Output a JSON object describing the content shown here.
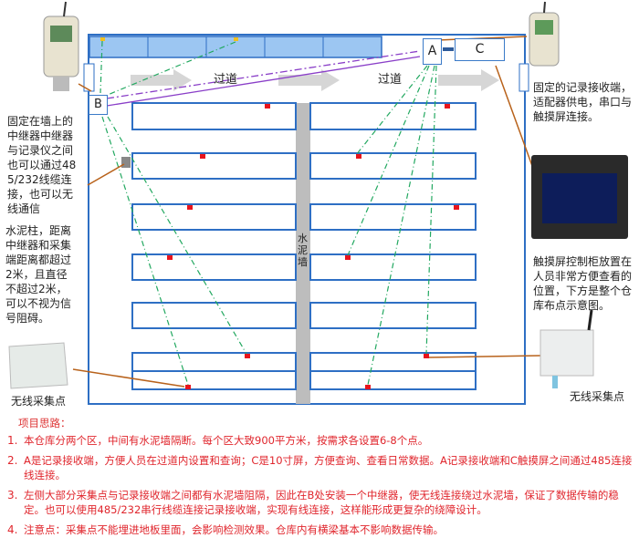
{
  "diagram": {
    "node_a": "A",
    "node_b": "B",
    "node_c": "C",
    "corridor_left": "过道",
    "corridor_right": "过道",
    "wall": "水泥墙"
  },
  "annotations": {
    "repeater": "固定在墙上的中继器中继器与记录仪之间也可以通过485/232线缆连接，也可以无线通信",
    "pillar": "水泥柱，距离中继器和采集端距离都超过2米，且直径不超过2米，可以不视为信号阻碍。",
    "receiver": "固定的记录接收端，适配器供电，串口与触摸屏连接。",
    "touchscreen": "触摸屏控制柜放置在人员非常方便查看的位置，下方是整个仓库布点示意图。",
    "sensor_left": "无线采集点",
    "sensor_right": "无线采集点"
  },
  "notes": {
    "title": "项目思路：",
    "items": [
      {
        "n": "1.",
        "text": "本仓库分两个区，中间有水泥墙隔断。每个区大致900平方米，按需求各设置6-8个点。"
      },
      {
        "n": "2.",
        "text": "A是记录接收端，方便人员在过道内设置和查询；C是10寸屏，方便查询、查看日常数据。A记录接收端和C触摸屏之间通过485连接线连接。"
      },
      {
        "n": "3.",
        "text": "左侧大部分采集点与记录接收端之间都有水泥墙阻隔，因此在B处安装一个中继器，使无线连接绕过水泥墙，保证了数据传输的稳定。也可以使用485/232串行线缆连接记录接收端，实现有线连接，这样能形成更复杂的绕障设计。"
      },
      {
        "n": "4.",
        "text": "注意点：采集点不能埋进地板里面，会影响检测效果。仓库内有横梁基本不影响数据传输。"
      }
    ]
  },
  "colors": {
    "wall_blue": "#2e6fc4",
    "sensor_red": "#e8141c",
    "link_green": "#22a860",
    "link_purple": "#8a3fc8",
    "callout": "#b8621b"
  }
}
